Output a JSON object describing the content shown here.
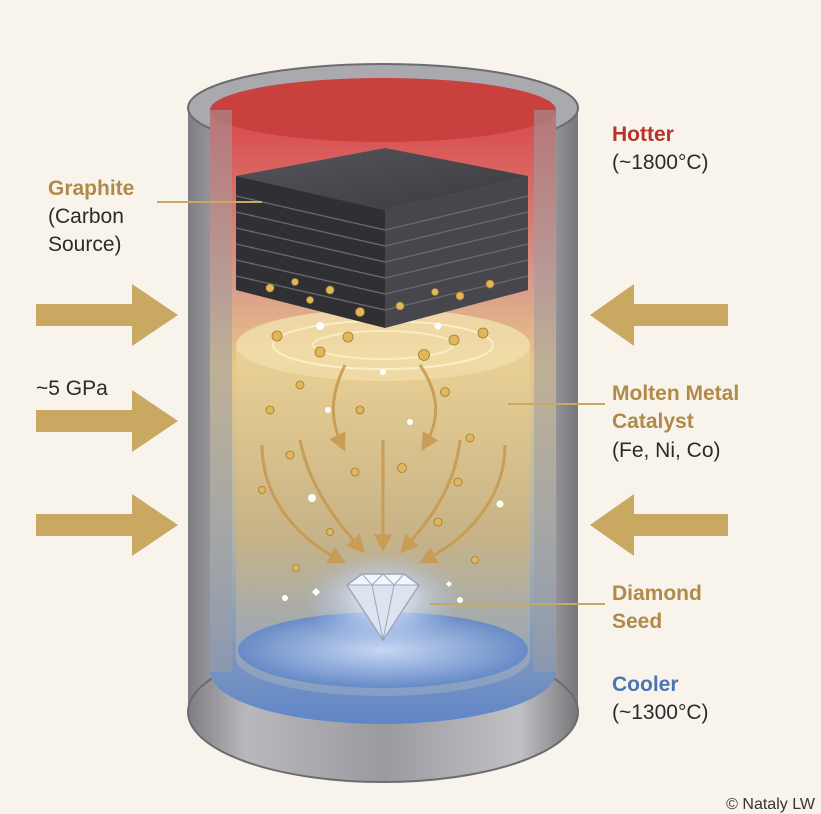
{
  "labels": {
    "graphite": {
      "title": "Graphite",
      "sub1": "(Carbon",
      "sub2": "Source)"
    },
    "hotter": {
      "title": "Hotter",
      "temp": "(~1800°C)"
    },
    "pressure": "~5 GPa",
    "catalyst": {
      "title1": "Molten Metal",
      "title2": "Catalyst",
      "sub": "(Fe, Ni, Co)"
    },
    "diamond": {
      "title1": "Diamond",
      "title2": "Seed"
    },
    "cooler": {
      "title": "Cooler",
      "temp": "(~1300°C)"
    },
    "credit": "© Nataly LW"
  },
  "colors": {
    "hot": "#d9453f",
    "cool": "#4f7fc7",
    "gold": "#b08a48",
    "arrow": "#c9a862",
    "graphite": "#3a3a3f",
    "vessel": "#8e8e93"
  },
  "icons": [
    "pressure-arrow-icon",
    "diamond-icon",
    "sparkle-icon"
  ]
}
